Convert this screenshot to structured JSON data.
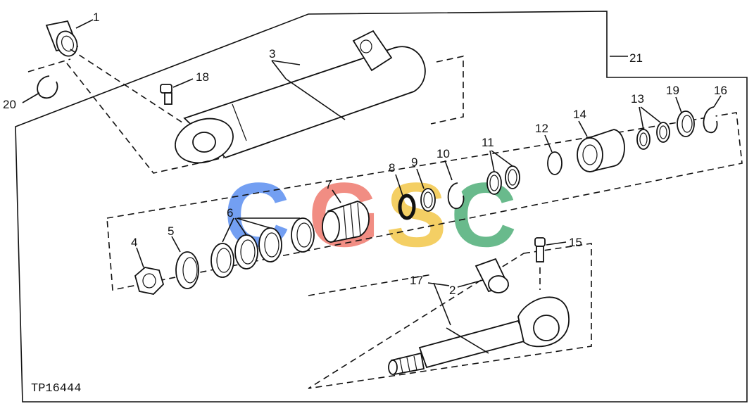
{
  "figure_ref": "TP16444",
  "callouts": {
    "c1": "1",
    "c2": "2",
    "c3": "3",
    "c4": "4",
    "c5": "5",
    "c6": "6",
    "c7": "7",
    "c8": "8",
    "c9": "9",
    "c10": "10",
    "c11": "11",
    "c12": "12",
    "c13": "13",
    "c14": "14",
    "c15": "15",
    "c16": "16",
    "c17": "17",
    "c18": "18",
    "c19": "19",
    "c20": "20",
    "c21": "21"
  },
  "watermark": {
    "letters": [
      "C",
      "G",
      "S",
      "C"
    ],
    "colors": [
      "#5b8ff0",
      "#ef7a6e",
      "#f3c74a",
      "#4fae78"
    ]
  }
}
